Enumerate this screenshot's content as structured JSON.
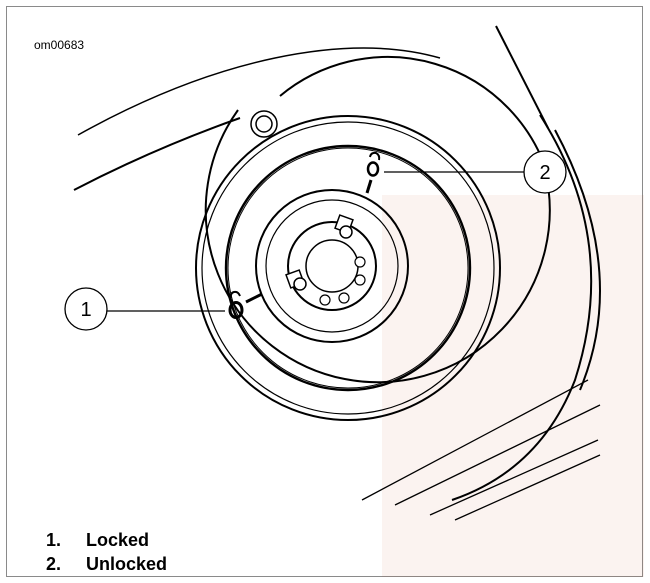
{
  "figure": {
    "id": "om00683",
    "callouts": [
      {
        "number": "1"
      },
      {
        "number": "2"
      }
    ]
  },
  "legend": [
    {
      "number": "1.",
      "label": "Locked"
    },
    {
      "number": "2.",
      "label": "Unlocked"
    }
  ]
}
